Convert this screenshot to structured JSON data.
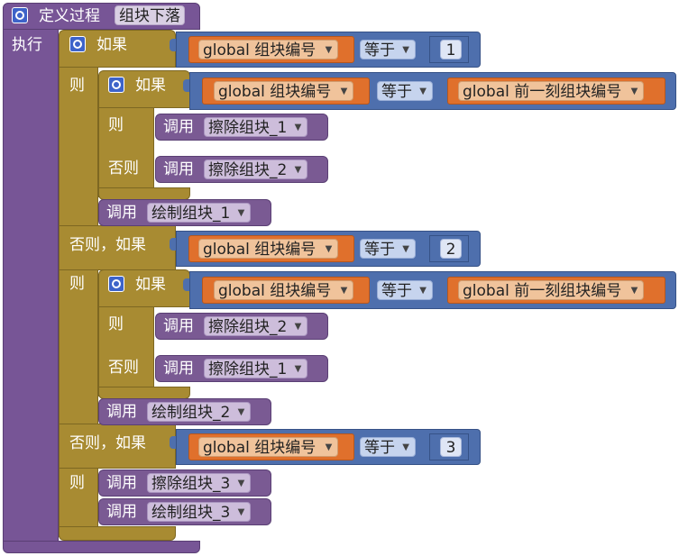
{
  "procedure": {
    "define_label": "定义过程",
    "name": "组块下落",
    "do_label": "执行"
  },
  "labels": {
    "if": "如果",
    "then": "则",
    "else": "否则",
    "else_if": "否则，如果",
    "call": "调用"
  },
  "vars": {
    "block_no": "global 组块编号",
    "prev_block_no": "global 前一刻组块编号"
  },
  "ops": {
    "equals": "等于"
  },
  "numbers": {
    "n1": "1",
    "n2": "2",
    "n3": "3"
  },
  "procs": {
    "erase1": "擦除组块_1",
    "erase2": "擦除组块_2",
    "erase3": "擦除组块_3",
    "draw1": "绘制组块_1",
    "draw2": "绘制组块_2",
    "draw3": "绘制组块_3"
  },
  "icons": {
    "settings": "gear-icon",
    "dropdown": "dropdown-caret-icon"
  },
  "colors": {
    "procedure": "#775596",
    "control": "#a88b32",
    "logic": "#4e6fad",
    "variable": "#e0702c"
  }
}
